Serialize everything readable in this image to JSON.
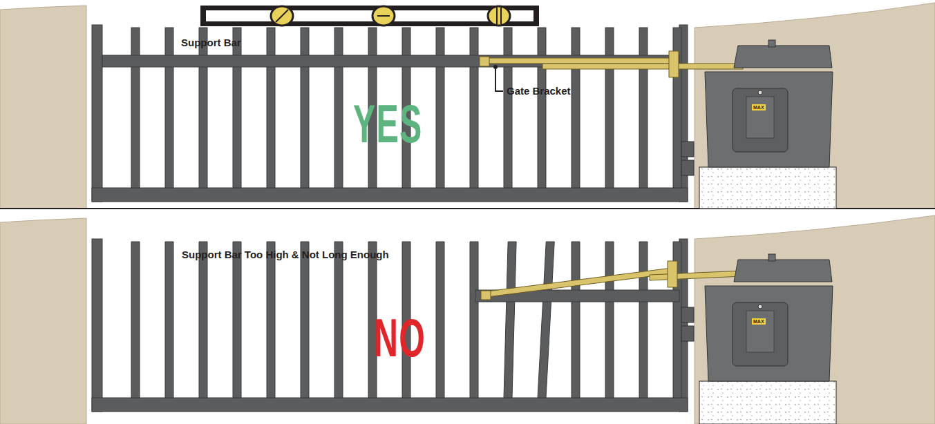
{
  "diagram": {
    "labels": [
      "Support Bar",
      "Gate Bracket",
      "YES",
      "MAX",
      "Support Bar Too High & Not Long Enough",
      "NO",
      "MAX"
    ]
  }
}
